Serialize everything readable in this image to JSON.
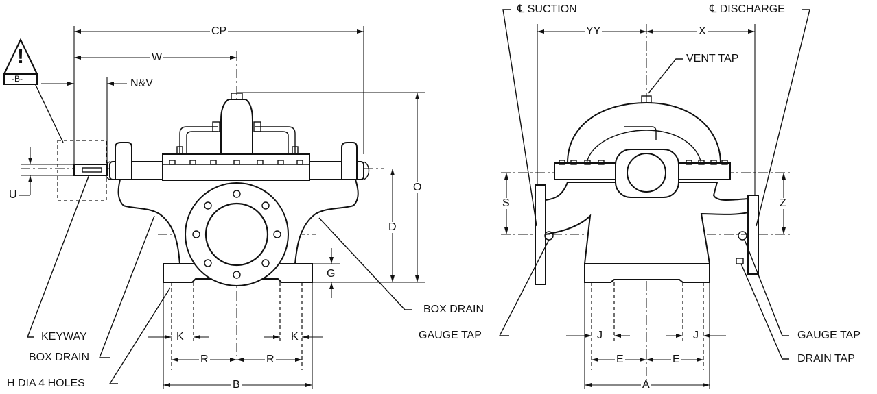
{
  "dimensions": {
    "cp": "CP",
    "w": "W",
    "nv": "N&V",
    "u": "U",
    "o": "O",
    "d": "D",
    "g": "G",
    "k_left": "K",
    "k_right": "K",
    "r_left": "R",
    "r_right": "R",
    "b": "B",
    "yy": "YY",
    "x": "X",
    "s": "S",
    "z": "Z",
    "j_left": "J",
    "j_right": "J",
    "e_left": "E",
    "e_right": "E",
    "a": "A"
  },
  "callouts": {
    "suction": "℄ SUCTION",
    "discharge": "℄ DISCHARGE",
    "vent_tap": "VENT TAP",
    "box_drain_right": "BOX DRAIN",
    "gauge_tap_left": "GAUGE TAP",
    "gauge_tap_right": "GAUGE TAP",
    "drain_tap": "DRAIN TAP",
    "keyway": "KEYWAY",
    "box_drain_left": "BOX DRAIN",
    "h_dia_holes": "H DIA 4 HOLES"
  },
  "warning": {
    "symbol": "!",
    "label": "-B-"
  }
}
